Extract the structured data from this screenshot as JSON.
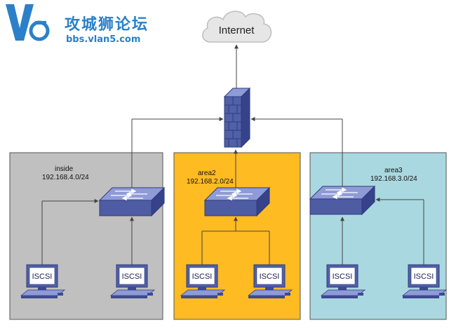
{
  "watermark": {
    "logo_mark": "V5",
    "site_name": "攻城狮论坛",
    "site_url": "bbs.vlan5.com"
  },
  "cloud": {
    "label": "Internet",
    "icon": "cloud-icon"
  },
  "firewall": {
    "icon": "firewall-icon"
  },
  "zones": [
    {
      "id": "inside",
      "name": "inside",
      "subnet": "192.168.4.0/24",
      "color": "#c0c0c0",
      "switch_icon": "switch-icon",
      "pcs": [
        {
          "label": "ISCSI",
          "icon": "computer-icon"
        },
        {
          "label": "ISCSI",
          "icon": "computer-icon"
        }
      ]
    },
    {
      "id": "area2",
      "name": "area2",
      "subnet": "192.168.2.0/24",
      "color": "#febb22",
      "switch_icon": "switch-icon",
      "pcs": [
        {
          "label": "ISCSI",
          "icon": "computer-icon"
        },
        {
          "label": "ISCSI",
          "icon": "computer-icon"
        }
      ]
    },
    {
      "id": "area3",
      "name": "area3",
      "subnet": "192.168.3.0/24",
      "color": "#aad8e0",
      "switch_icon": "switch-icon",
      "pcs": [
        {
          "label": "ISCSI",
          "icon": "computer-icon"
        },
        {
          "label": "ISCSI",
          "icon": "computer-icon"
        }
      ]
    }
  ],
  "colors": {
    "device_face": "#5161a8",
    "device_dark": "#2f3a7a",
    "device_light": "#8f9bd6",
    "line": "#444444",
    "watermark": "#2b80c9"
  }
}
